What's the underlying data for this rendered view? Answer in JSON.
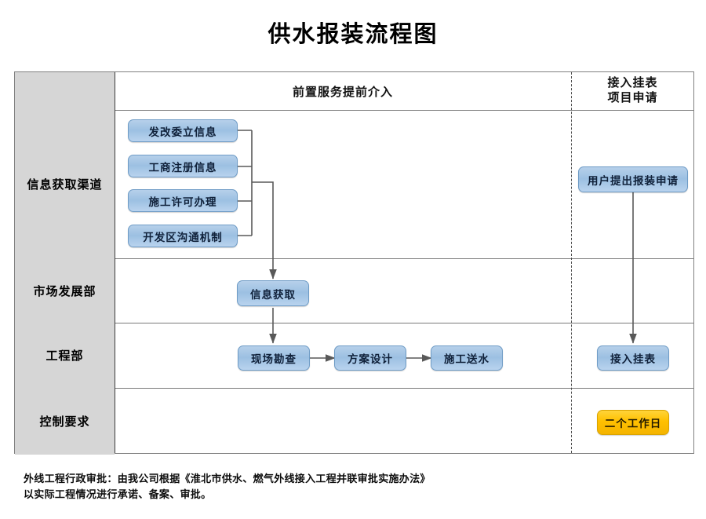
{
  "title": "供水报装流程图",
  "table": {
    "header": {
      "corner_label": "",
      "main_phase": "前置服务提前介入",
      "right_phase_line1": "接入挂表",
      "right_phase_line2": "项目申请"
    },
    "row_labels": [
      "信息获取渠道",
      "市场发展部",
      "工程部",
      "控制要求"
    ]
  },
  "nodes": {
    "source_channels": [
      "发改委立信息",
      "工商注册信息",
      "施工许可办理",
      "开发区沟通机制"
    ],
    "info_collect": "信息获取",
    "engineering": [
      "现场勘查",
      "方案设计",
      "施工送水"
    ],
    "user_application": "用户提出报装申请",
    "meter_connection": "接入挂表",
    "control_requirement": "二个工作日"
  },
  "footnote": {
    "line1": "外线工程行政审批：由我公司根据《淮北市供水、燃气外线接入工程并联审批实施办法》",
    "line2": "以实际工程情况进行承诺、备案、审批。"
  },
  "colors": {
    "node_blue_fill": "#9CC0E2",
    "node_blue_border": "#6F9CC6",
    "node_gold_fill": "#FFC000",
    "node_gold_border": "#D9A300",
    "label_cell_bg": "#D6D6D6",
    "grid_line": "#7A7A7A",
    "connector": "#595959"
  }
}
